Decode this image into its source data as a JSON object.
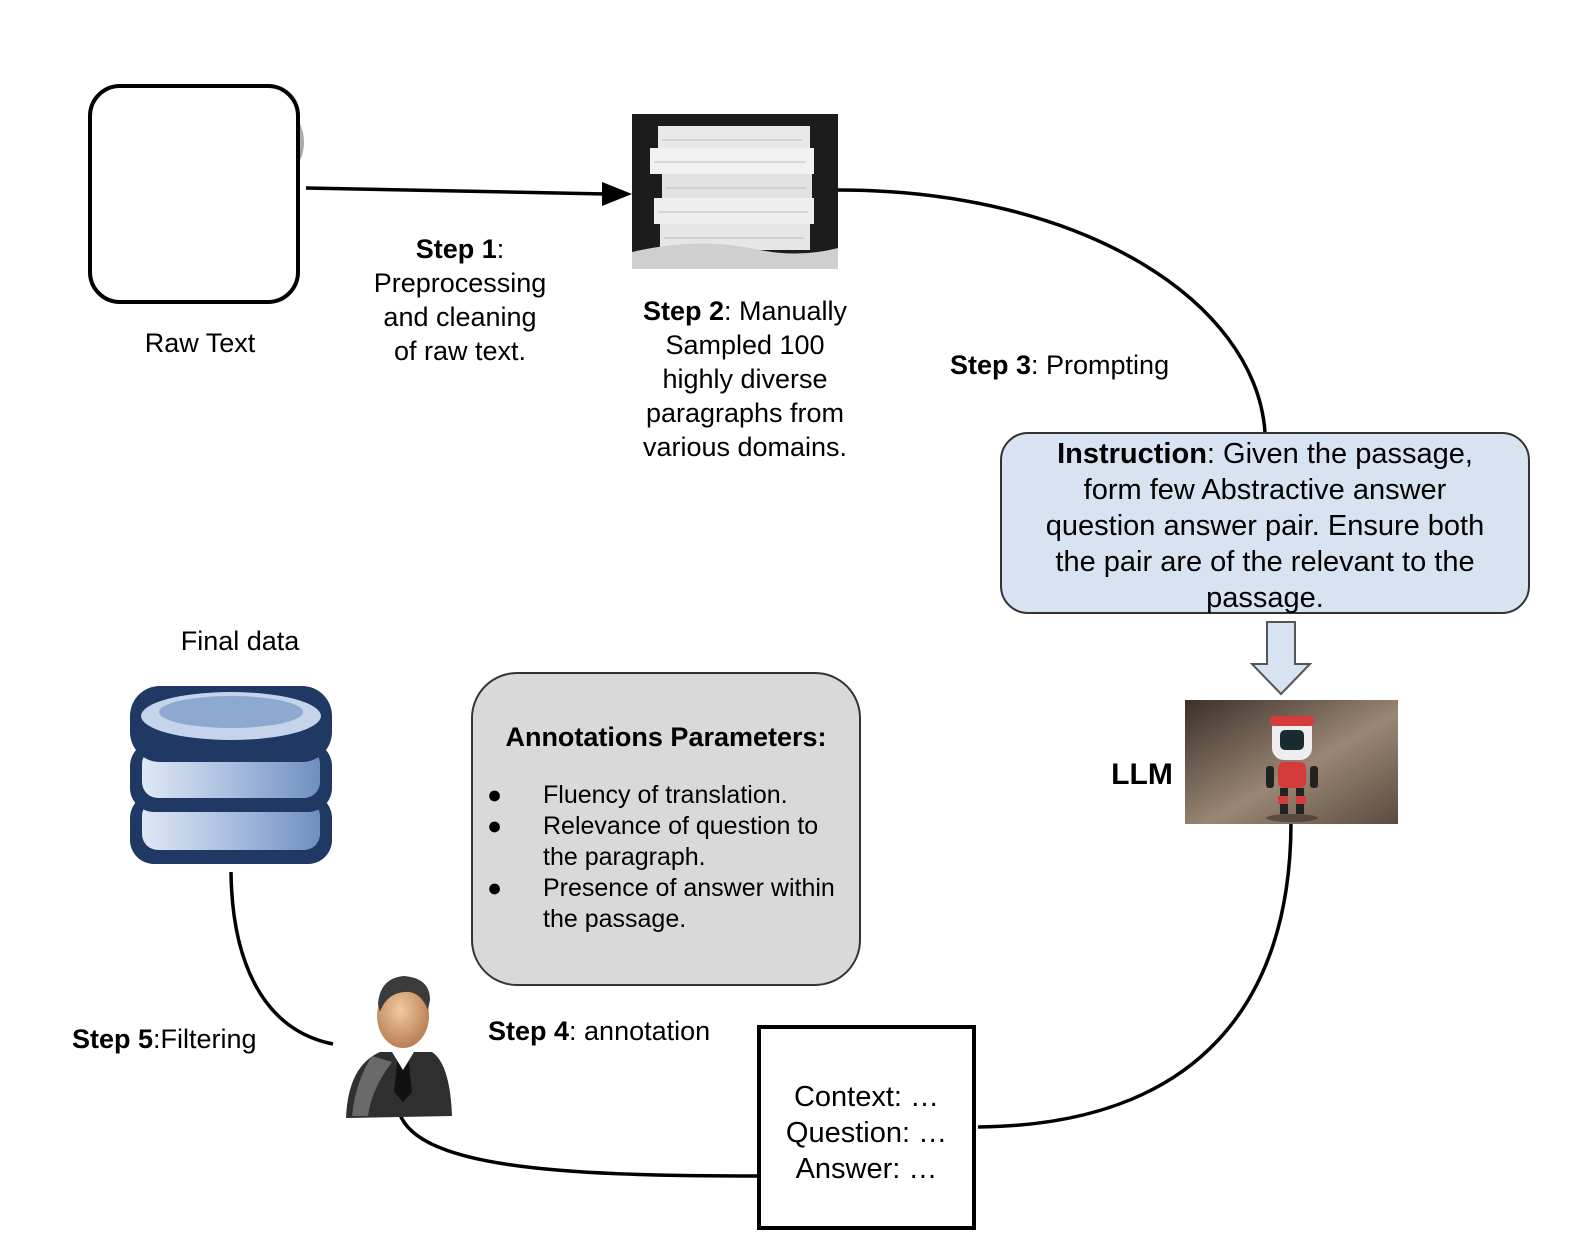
{
  "raw_text": {
    "label": "Raw Text"
  },
  "step1": {
    "bold": "Step 1",
    "rest": ":",
    "line1": "Preprocessing",
    "line2": "and cleaning",
    "line3": "of raw text."
  },
  "step2": {
    "bold": "Step 2",
    "rest": ": Manually",
    "line1": "Sampled 100",
    "line2": "highly diverse",
    "line3": "paragraphs from",
    "line4": "various domains."
  },
  "step3": {
    "bold": "Step 3",
    "rest": ": Prompting"
  },
  "instruction": {
    "bold": "Instruction",
    "rest": ": Given the passage,",
    "line2": "form few Abstractive answer",
    "line3": "question answer pair. Ensure both",
    "line4": "the pair are of the relevant to the",
    "line5": "passage."
  },
  "llm": {
    "label": "LLM"
  },
  "qa": {
    "context": "Context: …",
    "question": "Question: …",
    "answer": "Answer: …"
  },
  "step4": {
    "bold": "Step 4",
    "rest": ": annotation"
  },
  "annotations": {
    "title": "Annotations Parameters:",
    "bullet": "●",
    "items": [
      "Fluency of translation.",
      "Relevance of question to the paragraph.",
      "Presence of answer within the passage."
    ]
  },
  "step5": {
    "bold": "Step 5",
    "rest": ":Filtering"
  },
  "final_data": {
    "label": "Final data"
  },
  "colors": {
    "instruction_fill": "#d8e3f1",
    "annotation_fill": "#d9d9d9",
    "database_dark": "#1f3864",
    "database_light": "#8ea9d0",
    "robot_red": "#d43c3c"
  },
  "icons": [
    "newspaper-image",
    "wikipedia-globe-icon",
    "books-icon",
    "paper-stack-image",
    "robot-image",
    "person-icon",
    "database-icon",
    "down-arrow-icon"
  ]
}
